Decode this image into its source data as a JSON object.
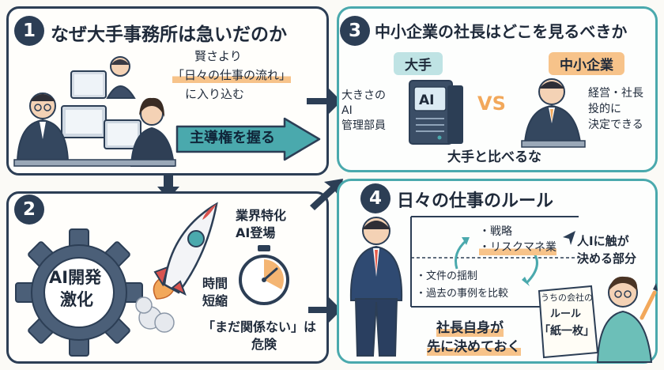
{
  "section1": {
    "number": "1",
    "title": "なぜ大手事務所は急いだのか",
    "note_line1": "賢さより",
    "note_line2": "「日々の仕事の流れ」",
    "note_line3": "に入り込む",
    "arrow_label": "主導権を握る"
  },
  "section2": {
    "number": "2",
    "gear_line1": "AI開発",
    "gear_line2": "激化",
    "label_industry": "業界特化\nAI登場",
    "label_time": "時間\n短縮",
    "label_warning_1": "「まだ関係ない」は",
    "label_warning_2": "危険"
  },
  "section3": {
    "number": "3",
    "title": "中小企業の社長はどこを見るべきか",
    "large_tag": "大手",
    "small_tag": "中小企業",
    "large_desc": "大きさの\nAI\n管理部員",
    "server_label": "AI",
    "vs_label": "VS",
    "small_desc": "経営・社長\n投的に\n決定できる",
    "compare_label": "大手と比べるな"
  },
  "section4": {
    "number": "4",
    "title": "日々の仕事のルール",
    "upper_item1": "・戦略",
    "upper_item2": "・リスクマネ業",
    "lower_item1": "・文件の揺制",
    "lower_item2": "・過去の事例を比較",
    "human_part_1": "人Iに触が",
    "human_part_2": "決める部分",
    "ceo_line1": "社長自身が",
    "ceo_line2": "先に決めておく",
    "paper_line1": "うちの会社の",
    "paper_line2": "ルール",
    "paper_line3": "「紙一枚」"
  },
  "colors": {
    "navy": "#2c3e55",
    "teal": "#4aa9ad",
    "orange": "#f2a85b",
    "highlight": "#f7c38a"
  }
}
